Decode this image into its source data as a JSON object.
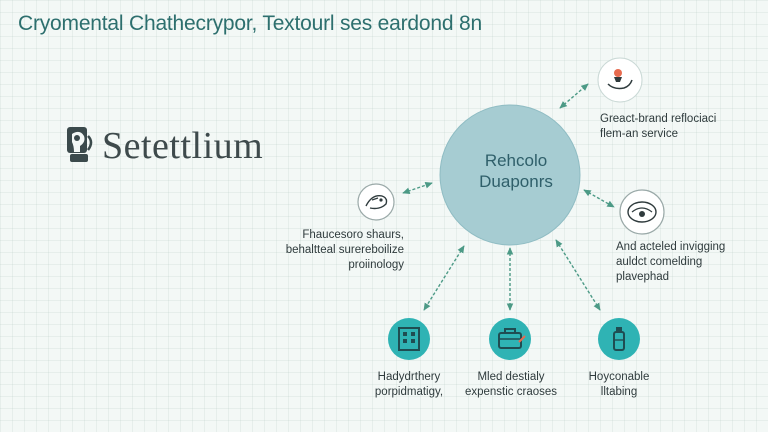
{
  "title": "Cryomental Chathecrypor, Textourl ses eardond 8n",
  "brand": {
    "name": "Setettlium",
    "logo_icon": "head-silhouette-icon"
  },
  "hub": {
    "line1": "Rehcolo",
    "line2": "Duaponrs",
    "color": "#a6ccd2"
  },
  "nodes": [
    {
      "id": "top-right",
      "icon": "hand-with-bowl-icon",
      "lines": [
        "Greact-brand reflociaci",
        "flem-an service"
      ]
    },
    {
      "id": "left",
      "icon": "bird-sketch-icon",
      "lines": [
        "Fhaucesoro shaurs,",
        "behaltteal surereboilize",
        "proiinology"
      ]
    },
    {
      "id": "right",
      "icon": "round-gadget-icon",
      "lines": [
        "And acteled invigging",
        "auldct comelding",
        "plavephad"
      ]
    },
    {
      "id": "bottom-left",
      "icon": "building-icon",
      "lines": [
        "Hadydrthery",
        "porpidmatigy,"
      ]
    },
    {
      "id": "bottom-middle",
      "icon": "briefcase-icon",
      "lines": [
        "Mled destialy",
        "expenstic craoses"
      ]
    },
    {
      "id": "bottom-right",
      "icon": "bottle-icon",
      "lines": [
        "Hoyconable",
        "lltabing"
      ]
    }
  ],
  "colors": {
    "title": "#2d6f6e",
    "teal": "#2fb3b4",
    "arrow": "#4c9a86"
  }
}
